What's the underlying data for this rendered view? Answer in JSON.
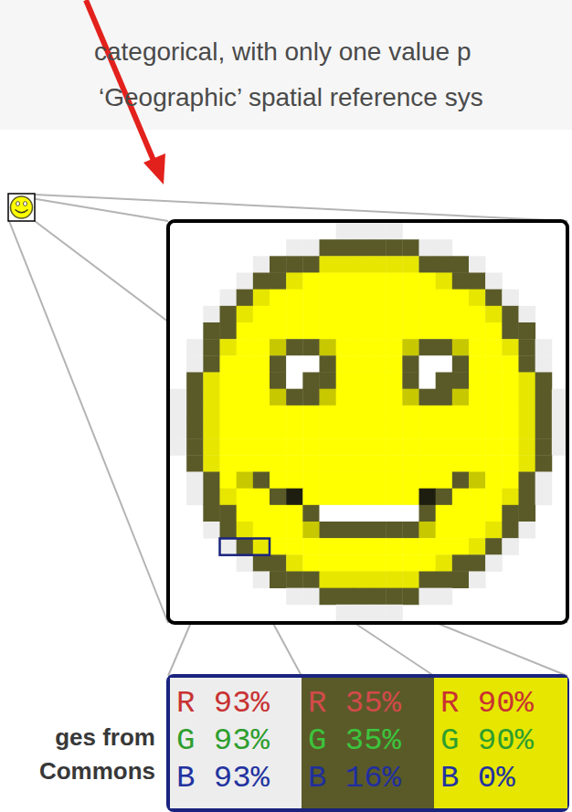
{
  "diagram": {
    "nodes": [
      {
        "text": [
          "R 93%",
          "G 93%",
          "B 93%"
        ]
      },
      {
        "text": [
          "R 35%",
          "G 35%",
          "B 16%"
        ]
      },
      {
        "text": [
          "R 90%",
          "G 90%",
          "B 0%"
        ]
      }
    ],
    "labels": [
      "categorical, with only one value p",
      "‘Geographic’ spatial reference sys",
      "ges from",
      "Commons"
    ]
  }
}
